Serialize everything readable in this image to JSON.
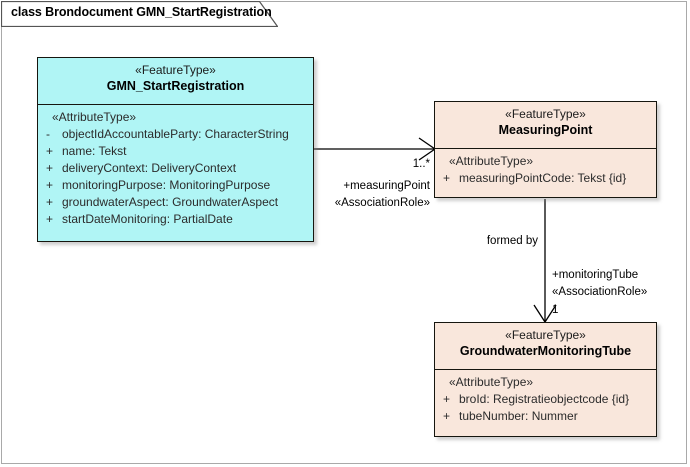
{
  "diagram": {
    "title": "class Brondocument GMN_StartRegistration",
    "background_color": "#ffffff",
    "frame_border_color": "#a9a9a9"
  },
  "classes": [
    {
      "id": "gmn-start-registration",
      "stereotype": "«FeatureType»",
      "name": "GMN_StartRegistration",
      "fill_color": "#b0f5f5",
      "attribute_stereotype": "«AttributeType»",
      "attributes": [
        {
          "visibility": "-",
          "text": "objectIdAccountableParty: CharacterString"
        },
        {
          "visibility": "+",
          "text": "name: Tekst"
        },
        {
          "visibility": "+",
          "text": "deliveryContext: DeliveryContext"
        },
        {
          "visibility": "+",
          "text": "monitoringPurpose: MonitoringPurpose"
        },
        {
          "visibility": "+",
          "text": "groundwaterAspect: GroundwaterAspect"
        },
        {
          "visibility": "+",
          "text": "startDateMonitoring: PartialDate"
        }
      ]
    },
    {
      "id": "measuring-point",
      "stereotype": "«FeatureType»",
      "name": "MeasuringPoint",
      "fill_color": "#f9e7dc",
      "attribute_stereotype": "«AttributeType»",
      "attributes": [
        {
          "visibility": "+",
          "text": "measuringPointCode: Tekst {id}"
        }
      ]
    },
    {
      "id": "groundwater-monitoring-tube",
      "stereotype": "«FeatureType»",
      "name": "GroundwaterMonitoringTube",
      "fill_color": "#f9e7dc",
      "attribute_stereotype": "«AttributeType»",
      "attributes": [
        {
          "visibility": "+",
          "text": "broId: Registratieobjectcode {id}"
        },
        {
          "visibility": "+",
          "text": "tubeNumber: Nummer"
        }
      ]
    }
  ],
  "associations": [
    {
      "id": "gmn-to-measuringpoint",
      "source": "GMN_StartRegistration",
      "target": "MeasuringPoint",
      "multiplicity": "1..*",
      "role": "+measuringPoint",
      "role_stereotype": "«AssociationRole»"
    },
    {
      "id": "measuringpoint-to-tube",
      "source": "MeasuringPoint",
      "target": "GroundwaterMonitoringTube",
      "name": "formed by",
      "multiplicity": "1",
      "role": "+monitoringTube",
      "role_stereotype": "«AssociationRole»"
    }
  ]
}
